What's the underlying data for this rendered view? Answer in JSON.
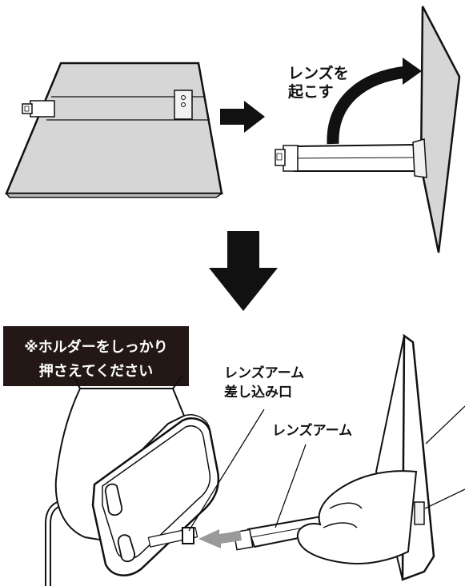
{
  "labels": {
    "raise_lens_line1": "レンズを",
    "raise_lens_line2": "起こす",
    "note_line1": "※ホルダーをしっかり",
    "note_line2": "押さえてください",
    "arm_slot_line1": "レンズアーム",
    "arm_slot_line2": "差し込み口",
    "lens_arm": "レンズアーム"
  },
  "colors": {
    "ink": "#111111",
    "panel_gray": "#d6d6d6",
    "insert_arrow": "#9a9a9a",
    "note_bg": "#231815"
  }
}
